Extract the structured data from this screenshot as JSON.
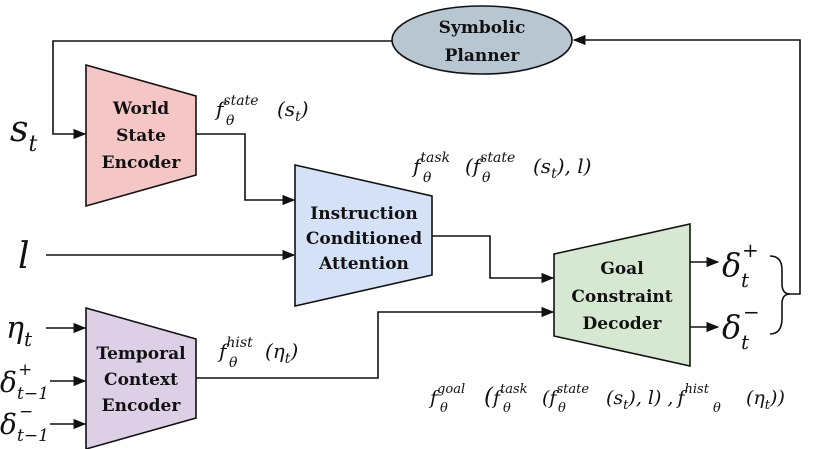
{
  "nodes": {
    "planner": {
      "line1": "Symbolic",
      "line2": "Planner",
      "fill": "#b8c6d2"
    },
    "world": {
      "line1": "World",
      "line2": "State",
      "line3": "Encoder",
      "fill": "#f4c6c6"
    },
    "attention": {
      "line1": "Instruction",
      "line2": "Conditioned",
      "line3": "Attention",
      "fill": "#d4e1f6"
    },
    "goal": {
      "line1": "Goal",
      "line2": "Constraint",
      "line3": "Decoder",
      "fill": "#d6e8d2"
    },
    "temporal": {
      "line1": "Temporal",
      "line2": "Context",
      "line3": "Encoder",
      "fill": "#dccfe6"
    }
  },
  "inputs": {
    "s": "s",
    "s_sub": "t",
    "l": "l",
    "eta": "η",
    "eta_sub": "t",
    "delta_prev_plus": "δ",
    "delta_prev_plus_sup": "+",
    "delta_prev_plus_sub": "t−1",
    "delta_prev_minus": "δ",
    "delta_prev_minus_sup": "−",
    "delta_prev_minus_sub": "t−1"
  },
  "outputs": {
    "delta_plus": "δ",
    "delta_plus_sup": "+",
    "delta_plus_sub": "t",
    "delta_minus": "δ",
    "delta_minus_sup": "−",
    "delta_minus_sub": "t"
  },
  "formulas": {
    "f_state": {
      "f": "f",
      "sup": "state",
      "sub": "θ",
      "arg": "(s",
      "arg_sub": "t",
      "close": ")"
    },
    "f_task": {
      "f": "f",
      "sup": "task",
      "sub": "θ",
      "open": "(",
      "inner_f": "f",
      "inner_sup": "state",
      "inner_sub": "θ",
      "inner_arg": "(s",
      "inner_arg_sub": "t",
      "rest": "), l)"
    },
    "f_hist": {
      "f": "f",
      "sup": "hist",
      "sub": "θ",
      "arg": "(η",
      "arg_sub": "t",
      "close": ")"
    },
    "f_goal": {
      "f": "f",
      "sup": "goal",
      "sub": "θ",
      "open": "(",
      "t_f": "f",
      "t_sup": "task",
      "t_sub": "θ",
      "t_open": "(",
      "s_f": "f",
      "s_sup": "state",
      "s_sub": "θ",
      "s_arg": "(s",
      "s_arg_sub": "t",
      "mid": "), l) ,",
      "h_f": "f",
      "h_sup": "hist",
      "h_sub": "θ",
      "h_arg": "(η",
      "h_arg_sub": "t",
      "close": "))"
    }
  }
}
